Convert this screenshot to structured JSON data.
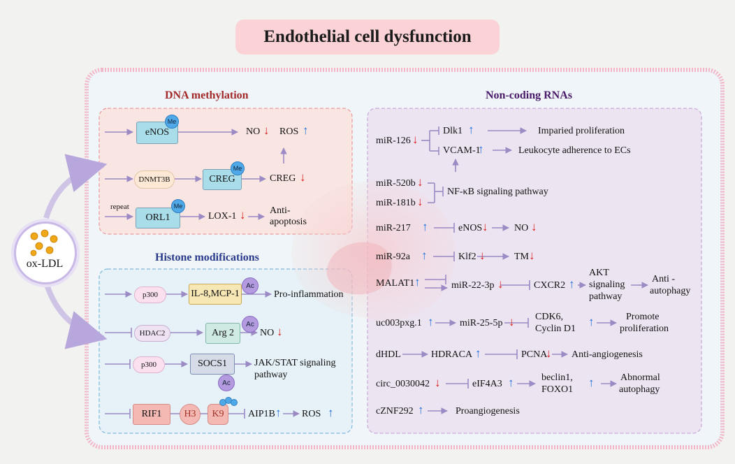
{
  "title": "Endothelial cell dysfunction",
  "ox_ldl": "ox-LDL",
  "dna_methylation": {
    "heading": "DNA methylation",
    "enos": "eNOS",
    "no": "NO",
    "ros": "ROS",
    "dnmt3b": "DNMT3B",
    "creg_box": "CREG",
    "creg": "CREG",
    "repeat": "repeat",
    "orl1": "ORL1",
    "lox1": "LOX-1",
    "anti": "Anti-",
    "apoptosis": "apoptosis",
    "me": "Me"
  },
  "histone": {
    "heading": "Histone modifications",
    "p300_1": "p300",
    "il8": "IL-8,MCP-1",
    "pro_inflam": "Pro-inflammation",
    "hdac2": "HDAC2",
    "arg2": "Arg 2",
    "no": "NO",
    "p300_2": "p300",
    "socs1": "SOCS1",
    "jak1": "JAK/STAT signaling",
    "jak2": "pathway",
    "rif1": "RIF1",
    "h3": "H3",
    "k9": "K9",
    "aip1b": "AIP1B",
    "ros": "ROS",
    "ac": "Ac"
  },
  "ncrna": {
    "heading": "Non-coding RNAs",
    "mir126": "miR-126",
    "dlk1": "Dlk1",
    "impaired": "Imparied proliferation",
    "vcam1": "VCAM-1",
    "leukocyte": "Leukocyte adherence to ECs",
    "mir520b": "miR-520b",
    "mir181b": "miR-181b",
    "nfkb": "NF-κB signaling pathway",
    "mir217": "miR-217",
    "enos": "eNOS",
    "no": "NO",
    "mir92a": "miR-92a",
    "klf2": "Klf2",
    "tm": "TM",
    "malat1": "MALAT1",
    "mir22": "miR-22-3p",
    "cxcr2": "CXCR2",
    "akt1": "AKT",
    "akt2": "signaling",
    "akt3": "pathway",
    "antiaut1": "Anti -",
    "antiaut2": "autophagy",
    "uc003": "uc003pxg.1",
    "mir25": "miR-25-5p",
    "cdk1": "CDK6,",
    "cdk2": "Cyclin D1",
    "promote1": "Promote",
    "promote2": "proliferation",
    "dhdl": "dHDL",
    "hdraca": "HDRACA",
    "pcna": "PCNA",
    "antiangio": "Anti-angiogenesis",
    "circ": "circ_0030042",
    "eif4a3": "eIF4A3",
    "beclin1": "beclin1,",
    "foxo1": "FOXO1",
    "abn1": "Abnormal",
    "abn2": "autophagy",
    "czf": "cZNF292",
    "proangio": "Proangiogenesis"
  },
  "colors": {
    "up": "#1e6fd9",
    "down": "#d92020",
    "arrow": "#9b8ac4"
  }
}
